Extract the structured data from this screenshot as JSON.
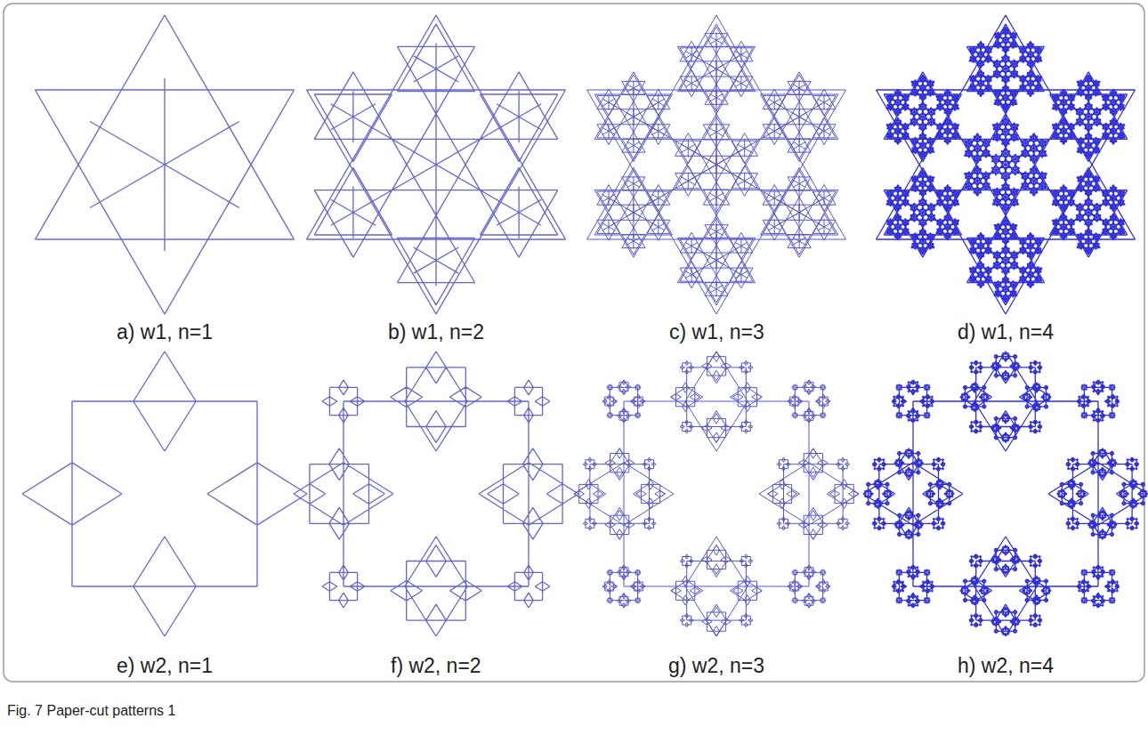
{
  "diagram": {
    "caption": "Fig. 7 Paper-cut patterns 1",
    "labels": [
      "a) w1, n=1",
      "b) w1, n=2",
      "c) w1, n=3",
      "d) w1, n=4",
      "e) w2, n=1",
      "f) w2, n=2",
      "g) w2, n=3",
      "h) w2, n=4"
    ]
  }
}
